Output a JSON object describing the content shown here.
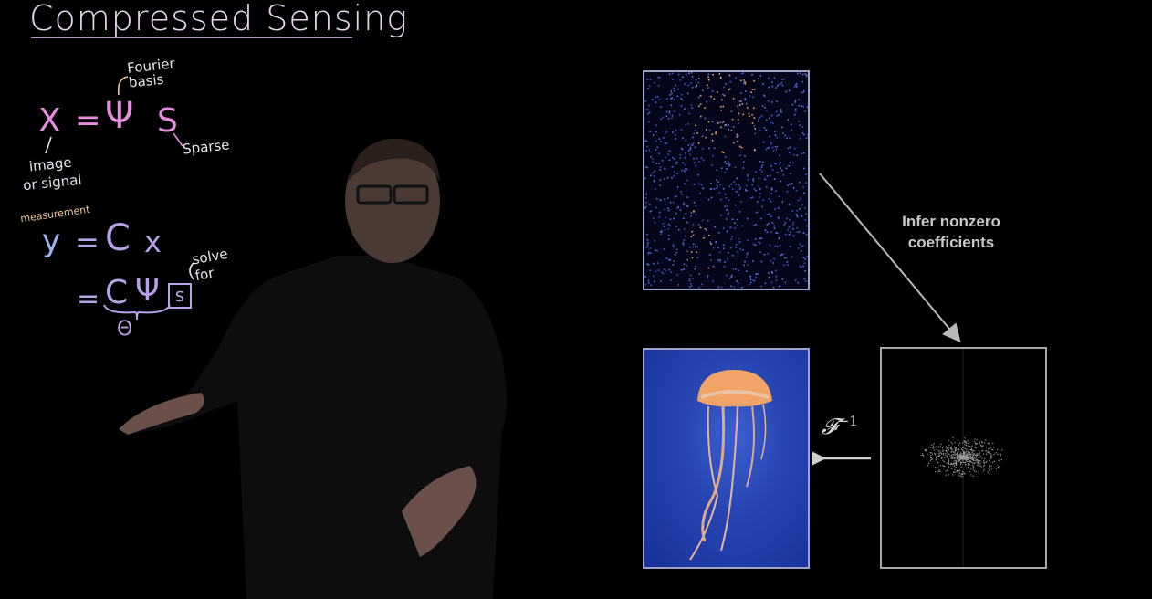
{
  "whiteboard": {
    "title": "Compressed Sensing",
    "eq1": {
      "lhs": "X",
      "eq": "=",
      "psi": "Ψ",
      "s": "S"
    },
    "fourier_note": "Fourier\nbasis",
    "image_note": "image\nor signal",
    "sparse_note": "Sparse",
    "measurement_note": "measurement",
    "eq2": {
      "y": "y",
      "eq": "=",
      "c": "C",
      "x": "x"
    },
    "eq3": {
      "eq": "=",
      "c": "C",
      "psi": "Ψ",
      "s": "s",
      "theta": "Θ"
    },
    "solve_note": "solve\nfor"
  },
  "diagram": {
    "infer_label": "Infer nonzero coefficients",
    "inverse_fourier": "𝓕",
    "inverse_fourier_exp": "−1"
  },
  "colors": {
    "background": "#000000",
    "pink": "#e78ee0",
    "lavender": "#b7a2e8",
    "peach": "#f0c79a",
    "panel_border": "#9da3c6",
    "arrow": "#b8b8b8"
  }
}
